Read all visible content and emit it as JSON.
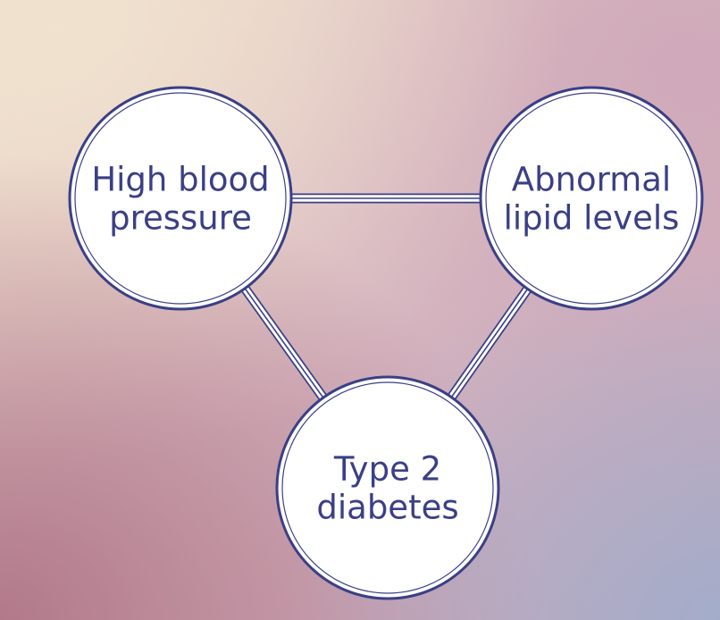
{
  "diagram": {
    "nodes": [
      {
        "id": "high-blood-pressure",
        "lines": [
          "High blood",
          "pressure"
        ]
      },
      {
        "id": "abnormal-lipid-levels",
        "lines": [
          "Abnormal",
          "lipid levels"
        ]
      },
      {
        "id": "type-2-diabetes",
        "lines": [
          "Type 2",
          "diabetes"
        ]
      }
    ],
    "edges": [
      {
        "from": "high-blood-pressure",
        "to": "abnormal-lipid-levels"
      },
      {
        "from": "high-blood-pressure",
        "to": "type-2-diabetes"
      },
      {
        "from": "abnormal-lipid-levels",
        "to": "type-2-diabetes"
      }
    ]
  },
  "colors": {
    "circle_fill": "#ffffff",
    "outline": "#3a3f86",
    "text": "#3a3f86",
    "background_top_left": "#ecd9c8",
    "background_center": "#d4b0bd",
    "background_bottom_left": "#b98393",
    "background_bottom_right": "#a8afca"
  }
}
